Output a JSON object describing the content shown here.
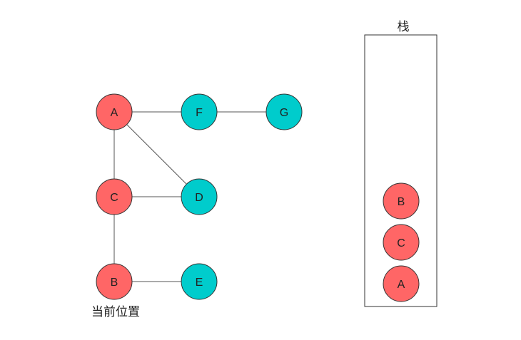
{
  "colors": {
    "visited": "#FF6666",
    "unvisited": "#00CCCC",
    "stroke": "#333333",
    "edge": "#555555"
  },
  "graph": {
    "nodes": [
      {
        "id": "A",
        "label": "A",
        "state": "visited"
      },
      {
        "id": "F",
        "label": "F",
        "state": "unvisited"
      },
      {
        "id": "G",
        "label": "G",
        "state": "unvisited"
      },
      {
        "id": "C",
        "label": "C",
        "state": "visited"
      },
      {
        "id": "D",
        "label": "D",
        "state": "unvisited"
      },
      {
        "id": "B",
        "label": "B",
        "state": "visited"
      },
      {
        "id": "E",
        "label": "E",
        "state": "unvisited"
      }
    ],
    "edges": [
      [
        "A",
        "F"
      ],
      [
        "F",
        "G"
      ],
      [
        "A",
        "C"
      ],
      [
        "A",
        "D"
      ],
      [
        "C",
        "D"
      ],
      [
        "C",
        "B"
      ],
      [
        "B",
        "E"
      ]
    ],
    "current_label": "当前位置"
  },
  "stack": {
    "title": "栈",
    "items": [
      {
        "label": "B"
      },
      {
        "label": "C"
      },
      {
        "label": "A"
      }
    ]
  }
}
